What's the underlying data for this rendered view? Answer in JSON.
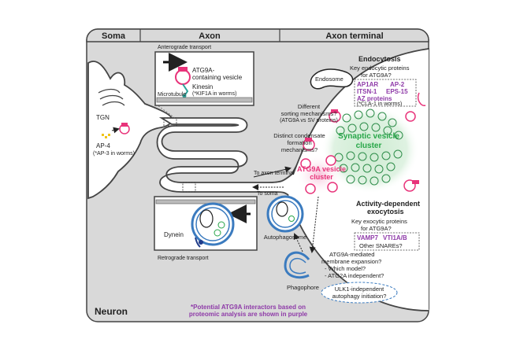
{
  "headers": {
    "soma": "Soma",
    "axon": "Axon",
    "axon_terminal": "Axon terminal"
  },
  "anterograde": {
    "caption": "Anterograde transport",
    "vesicle_label": [
      "ATG9A-",
      "containing vesicle"
    ],
    "motor": "Kinesin",
    "motor_note": "(*KIF1A in worms)",
    "track": "Microtubule"
  },
  "retrograde": {
    "caption": "Retrograde transport",
    "motor": "Dynein"
  },
  "soma": {
    "tgn": "TGN",
    "adaptor": "AP-4",
    "adaptor_note": "(*AP-3 in worms)"
  },
  "endocytosis": {
    "title": "Endocytosis",
    "question": [
      "Key endocytic proteins",
      "for ATG9A?"
    ],
    "proteins": [
      "AP1AR",
      "AP-2",
      "ITSN-1",
      "EPS-15",
      "AZ proteins"
    ],
    "note": "(*CLA-1 in worms)",
    "endosome": "Endosome"
  },
  "sorting": {
    "question": [
      "Different",
      "sorting mechanisms?",
      "(ATG9A vs SV proteins)"
    ]
  },
  "condensate": {
    "question": [
      "Distinct condensate",
      "formation",
      "mechanisms?"
    ]
  },
  "svc": {
    "label": [
      "Synaptic vesicle",
      "cluster"
    ]
  },
  "atg9a_cluster": {
    "label": [
      "ATG9A vesicle",
      "cluster"
    ]
  },
  "arrows": {
    "to_terminal": "To axon terminal",
    "to_soma": "To soma"
  },
  "exocytosis": {
    "title": [
      "Activity-dependent",
      "exocytosis"
    ],
    "question": [
      "Key exocytic proteins",
      "for ATG9A?"
    ],
    "proteins": [
      "VAMP7",
      "VTI1A/B"
    ],
    "other": "Other SNAREs?"
  },
  "autophagy": {
    "autophagosome": "Autophagosome",
    "phagophore": "Phagophore",
    "expansion": [
      "ATG9A-mediated",
      "membrane expansion?"
    ],
    "which_model": "- Which model?",
    "atg2a": "- ATG2A independent?",
    "ulk1": [
      "ULK1-independent",
      "autophagy initiation?"
    ]
  },
  "neuron_label": "Neuron",
  "footnote": [
    "*Potential ATG9A interactors based on",
    "proteomic analysis are shown in purple"
  ],
  "colors": {
    "purple": "#8e3aa8",
    "magenta": "#e8337a",
    "green": "#27a648",
    "blue": "#3b7bbf",
    "teal": "#2aa198"
  }
}
